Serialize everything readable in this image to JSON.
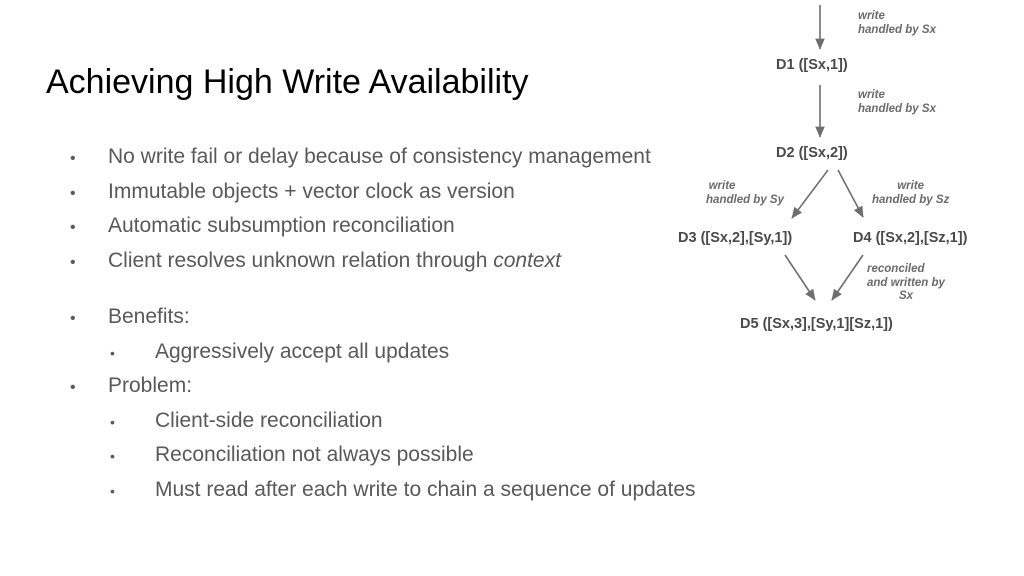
{
  "slide": {
    "title": "Achieving High Write Availability",
    "bullets": [
      {
        "level": 1,
        "marker": "•",
        "text": "No write fail or delay because of consistency management"
      },
      {
        "level": 1,
        "marker": "•",
        "text": "Immutable objects + vector clock as version"
      },
      {
        "level": 1,
        "marker": "•",
        "text": "Automatic subsumption reconciliation"
      },
      {
        "level": 1,
        "marker": "•",
        "text_pre": "Client resolves unknown relation through ",
        "text_italic": "context"
      },
      {
        "level": 1,
        "marker": "•",
        "text": "Benefits:"
      },
      {
        "level": 2,
        "marker": "•",
        "text": "Aggressively accept all updates"
      },
      {
        "level": 1,
        "marker": "•",
        "text": "Problem:"
      },
      {
        "level": 2,
        "marker": "•",
        "text": "Client-side reconciliation"
      },
      {
        "level": 2,
        "marker": "•",
        "text": "Reconciliation not always possible"
      },
      {
        "level": 2,
        "marker": "•",
        "text": "Must read after each write to chain a sequence of updates"
      }
    ]
  },
  "diagram": {
    "nodes": {
      "d1": "D1 ([Sx,1])",
      "d2": "D2 ([Sx,2])",
      "d3": "D3 ([Sx,2],[Sy,1])",
      "d4": "D4 ([Sx,2],[Sz,1])",
      "d5": "D5 ([Sx,3],[Sy,1][Sz,1])"
    },
    "edges": {
      "e1_line1": "write",
      "e1_line2": "handled by Sx",
      "e2_line1": "write",
      "e2_line2": "handled by Sx",
      "e3_line1": "write",
      "e3_line2": "handled by Sy",
      "e4_line1": "write",
      "e4_line2": "handled by Sz",
      "e5_line1": "reconciled",
      "e5_line2": "and written by",
      "e5_line3": "Sx"
    }
  },
  "colors": {
    "title": "#000000",
    "body_text": "#595959",
    "diagram_node": "#4a4a4a",
    "diagram_edge_label": "#6b6b6b",
    "arrow": "#6e6e6e",
    "background": "#ffffff"
  }
}
